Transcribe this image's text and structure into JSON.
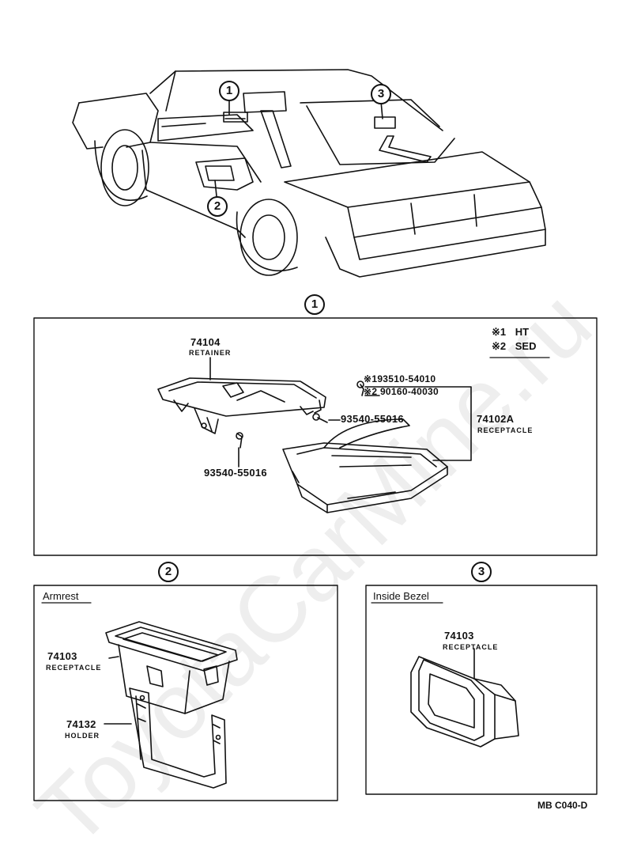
{
  "markers": {
    "one": "1",
    "two": "2",
    "three": "3"
  },
  "panel1": {
    "retainer_pn": "74104",
    "retainer_name": "RETAINER",
    "legend1_mark": "※1",
    "legend1_text": "HT",
    "legend2_mark": "※2",
    "legend2_text": "SED",
    "screw1": "※193510-54010",
    "screw2": "※2 90160-40030",
    "bolt_right": "93540-55016",
    "bolt_left": "93540-55016",
    "receptacle_pn": "74102A",
    "receptacle_name": "RECEPTACLE"
  },
  "panel2": {
    "title": "Armrest",
    "receptacle_pn": "74103",
    "receptacle_name": "RECEPTACLE",
    "holder_pn": "74132",
    "holder_name": "HOLDER"
  },
  "panel3": {
    "title": "Inside Bezel",
    "receptacle_pn": "74103",
    "receptacle_name": "RECEPTACLE"
  },
  "footer_code": "MB C040-D",
  "watermark": "ToyotaCarMine.ru"
}
